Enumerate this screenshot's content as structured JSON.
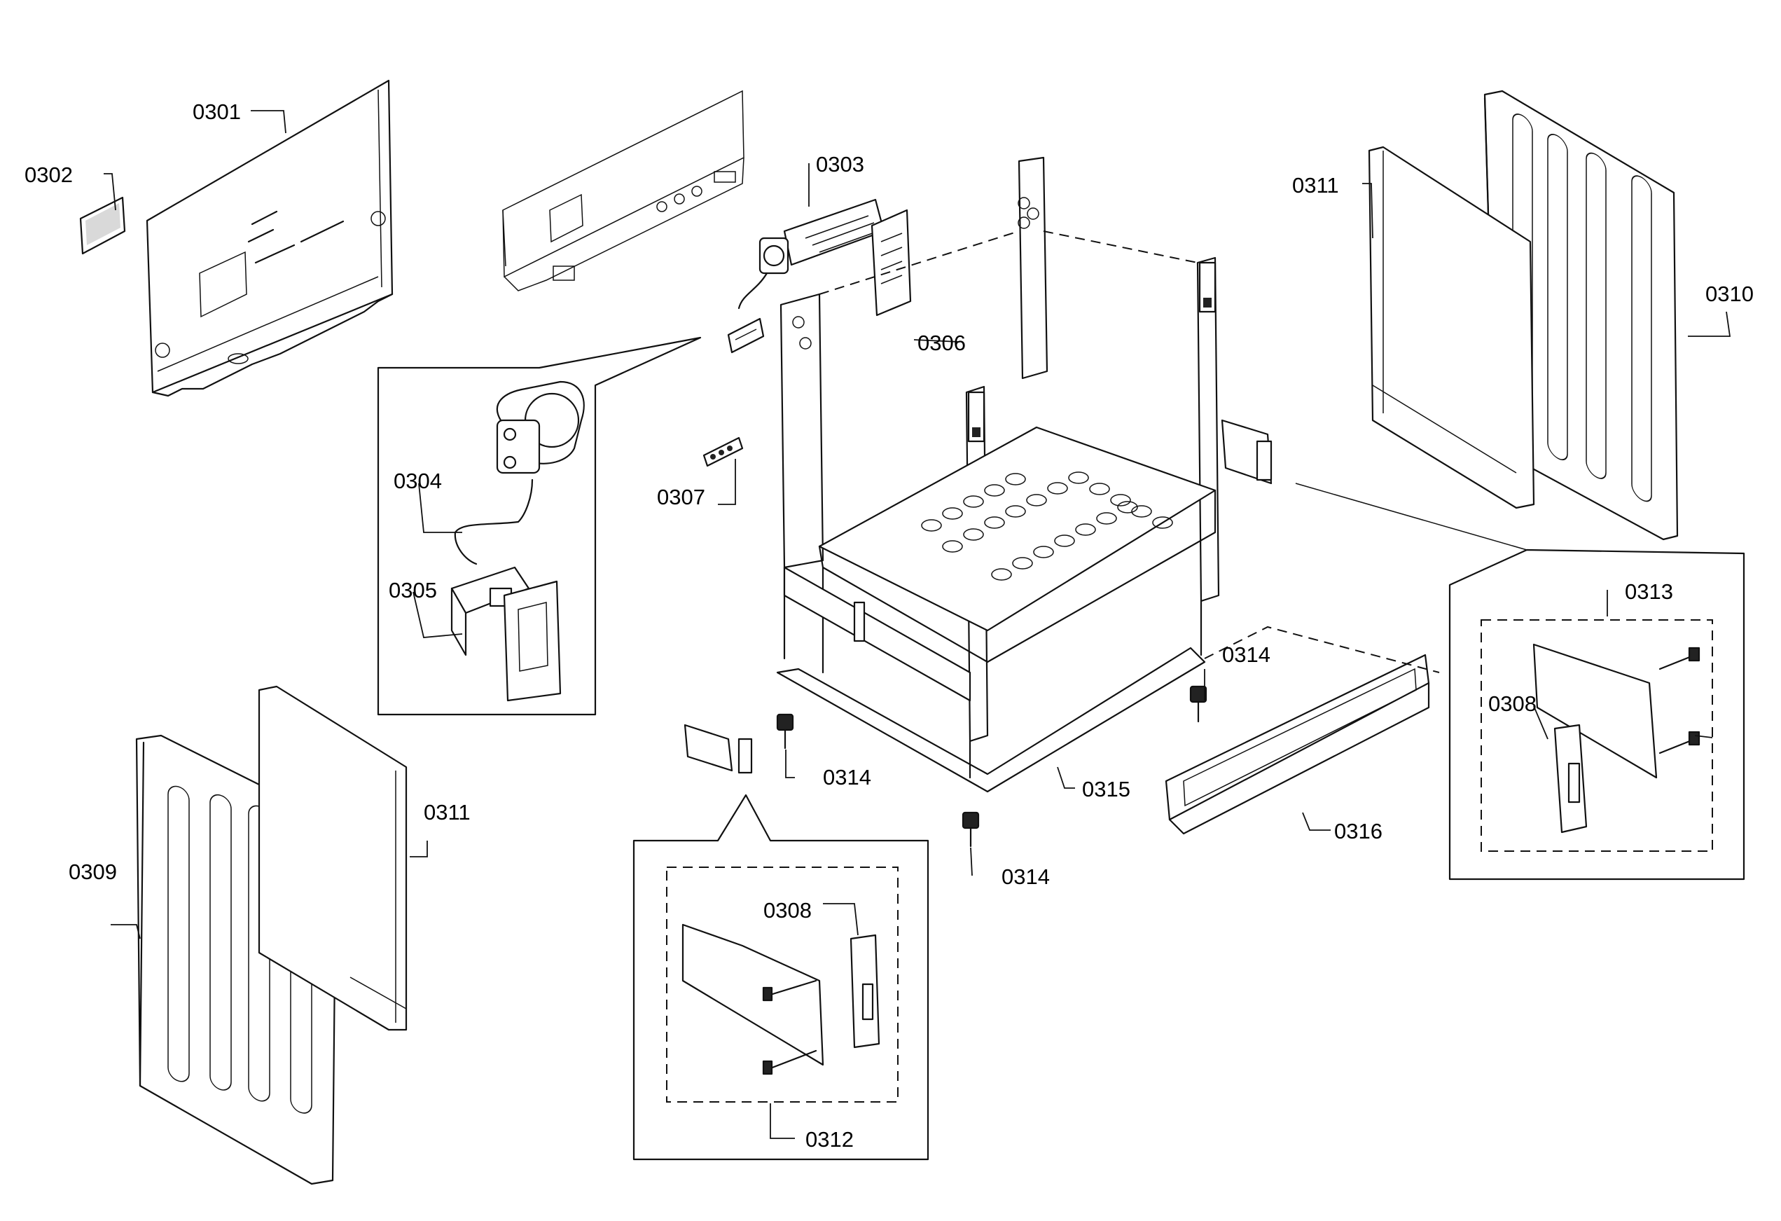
{
  "diagram": {
    "labels": {
      "l0301": "0301",
      "l0302": "0302",
      "l0303": "0303",
      "l0304": "0304",
      "l0305": "0305",
      "l0306": "0306",
      "l0307": "0307",
      "l0308a": "0308",
      "l0308b": "0308",
      "l0309": "0309",
      "l0310": "0310",
      "l0311a": "0311",
      "l0311b": "0311",
      "l0312": "0312",
      "l0313": "0313",
      "l0314a": "0314",
      "l0314b": "0314",
      "l0314c": "0314",
      "l0315": "0315",
      "l0316": "0316"
    }
  }
}
